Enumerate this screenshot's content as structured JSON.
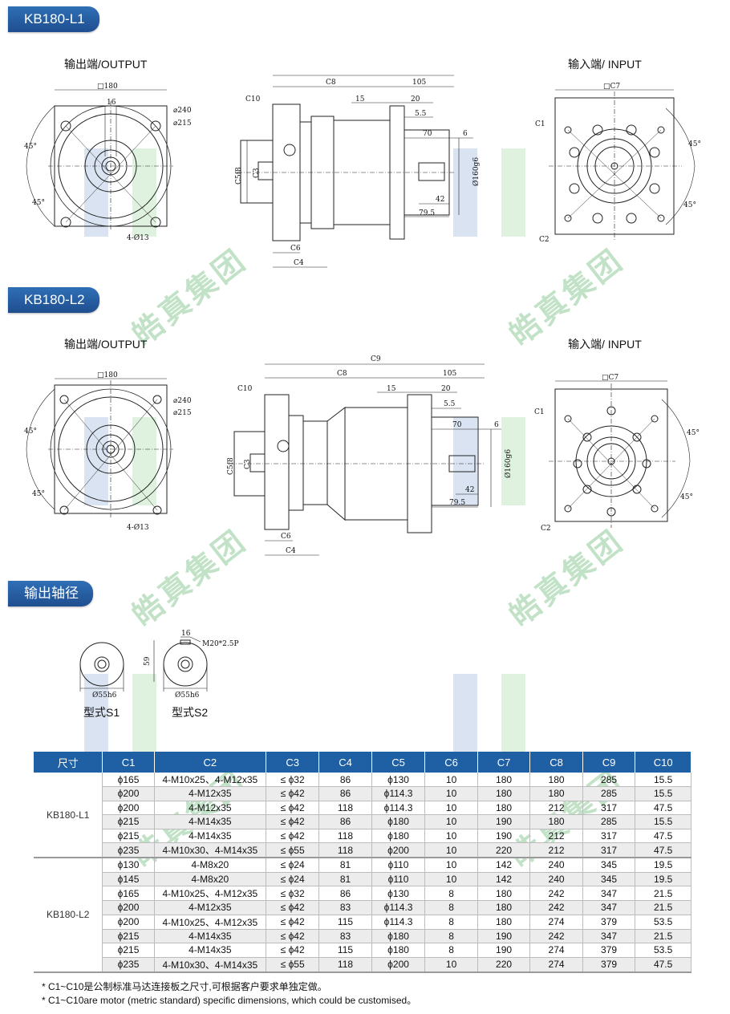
{
  "sections": {
    "l1_tag": "KB180-L1",
    "l2_tag": "KB180-L2",
    "shaft_tag": "输出轴径"
  },
  "labels": {
    "output": "输出端/OUTPUT",
    "input": "输入端/ INPUT",
    "type_s1": "型式S1",
    "type_s2": "型式S2"
  },
  "dims": {
    "sq180": "□180",
    "d16": "16",
    "d240": "⌀240",
    "d215": "⌀215",
    "holes": "4-Ø13",
    "a45": "45°",
    "c1": "C1",
    "c2": "C2",
    "c3": "C3",
    "c4": "C4",
    "c5": "C5f8",
    "c6": "C6",
    "c7": "□C7",
    "c8": "C8",
    "c9": "C9",
    "c10": "C10",
    "d105": "105",
    "d15": "15",
    "d20": "20",
    "d55b": "5.5",
    "d70": "70",
    "d6": "6",
    "d42": "42",
    "d795": "79.5",
    "d160": "Ø160g6",
    "s59": "59",
    "s16": "16",
    "thread": "M20*2.5P",
    "sh1": "Ø55h6",
    "sh2": "Ø55h6"
  },
  "watermark": "皓真集团",
  "table": {
    "headers": [
      "尺寸",
      "C1",
      "C2",
      "C3",
      "C4",
      "C5",
      "C6",
      "C7",
      "C8",
      "C9",
      "C10"
    ],
    "groups": [
      {
        "name": "KB180-L1",
        "rows": [
          [
            "ϕ165",
            "4-M10x25、4-M12x35",
            "≤ ϕ32",
            "86",
            "ϕ130",
            "10",
            "180",
            "180",
            "285",
            "15.5"
          ],
          [
            "ϕ200",
            "4-M12x35",
            "≤ ϕ42",
            "86",
            "ϕ114.3",
            "10",
            "180",
            "180",
            "285",
            "15.5"
          ],
          [
            "ϕ200",
            "4-M12x35",
            "≤ ϕ42",
            "118",
            "ϕ114.3",
            "10",
            "180",
            "212",
            "317",
            "47.5"
          ],
          [
            "ϕ215",
            "4-M14x35",
            "≤ ϕ42",
            "86",
            "ϕ180",
            "10",
            "190",
            "180",
            "285",
            "15.5"
          ],
          [
            "ϕ215",
            "4-M14x35",
            "≤ ϕ42",
            "118",
            "ϕ180",
            "10",
            "190",
            "212",
            "317",
            "47.5"
          ],
          [
            "ϕ235",
            "4-M10x30、4-M14x35",
            "≤ ϕ55",
            "118",
            "ϕ200",
            "10",
            "220",
            "212",
            "317",
            "47.5"
          ]
        ]
      },
      {
        "name": "KB180-L2",
        "rows": [
          [
            "ϕ130",
            "4-M8x20",
            "≤ ϕ24",
            "81",
            "ϕ110",
            "10",
            "142",
            "240",
            "345",
            "19.5"
          ],
          [
            "ϕ145",
            "4-M8x20",
            "≤ ϕ24",
            "81",
            "ϕ110",
            "10",
            "142",
            "240",
            "345",
            "19.5"
          ],
          [
            "ϕ165",
            "4-M10x25、4-M12x35",
            "≤ ϕ32",
            "86",
            "ϕ130",
            "8",
            "180",
            "242",
            "347",
            "21.5"
          ],
          [
            "ϕ200",
            "4-M12x35",
            "≤ ϕ42",
            "83",
            "ϕ114.3",
            "8",
            "180",
            "242",
            "347",
            "21.5"
          ],
          [
            "ϕ200",
            "4-M10x25、4-M12x35",
            "≤ ϕ42",
            "115",
            "ϕ114.3",
            "8",
            "180",
            "274",
            "379",
            "53.5"
          ],
          [
            "ϕ215",
            "4-M14x35",
            "≤ ϕ42",
            "83",
            "ϕ180",
            "8",
            "190",
            "242",
            "347",
            "21.5"
          ],
          [
            "ϕ215",
            "4-M14x35",
            "≤ ϕ42",
            "115",
            "ϕ180",
            "8",
            "190",
            "274",
            "379",
            "53.5"
          ],
          [
            "ϕ235",
            "4-M10x30、4-M14x35",
            "≤ ϕ55",
            "118",
            "ϕ200",
            "10",
            "220",
            "274",
            "379",
            "47.5"
          ]
        ]
      }
    ]
  },
  "notes": {
    "cn": "* C1~C10是公制标准马达连接板之尺寸,可根据客户要求单独定做。",
    "en": "* C1~C10are motor (metric standard) specific dimensions, which could be customised。"
  }
}
